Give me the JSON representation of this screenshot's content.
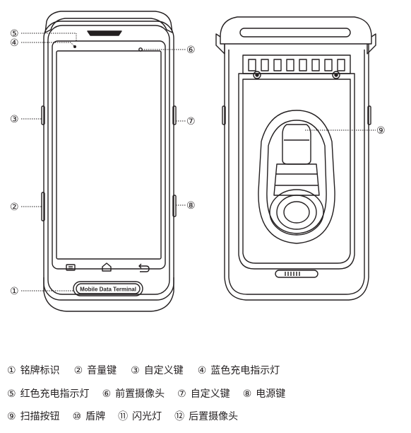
{
  "device_label": "Mobile Data Terminal",
  "callouts": {
    "c1": "①",
    "c2": "②",
    "c3": "③",
    "c4": "④",
    "c5": "⑤",
    "c6": "⑥",
    "c7": "⑦",
    "c8": "⑧",
    "c9": "⑨"
  },
  "legend": [
    {
      "num": "①",
      "text": "铭牌标识"
    },
    {
      "num": "②",
      "text": "音量键"
    },
    {
      "num": "③",
      "text": "自定义键"
    },
    {
      "num": "④",
      "text": "蓝色充电指示灯"
    },
    {
      "num": "⑤",
      "text": "红色充电指示灯"
    },
    {
      "num": "⑥",
      "text": "前置摄像头"
    },
    {
      "num": "⑦",
      "text": "自定义键"
    },
    {
      "num": "⑧",
      "text": "电源键"
    },
    {
      "num": "⑨",
      "text": "扫描按钮"
    },
    {
      "num": "⑩",
      "text": "盾牌"
    },
    {
      "num": "⑪",
      "text": "闪光灯"
    },
    {
      "num": "⑫",
      "text": "后置摄像头"
    }
  ],
  "colors": {
    "line": "#231f20",
    "fill": "#ffffff"
  }
}
